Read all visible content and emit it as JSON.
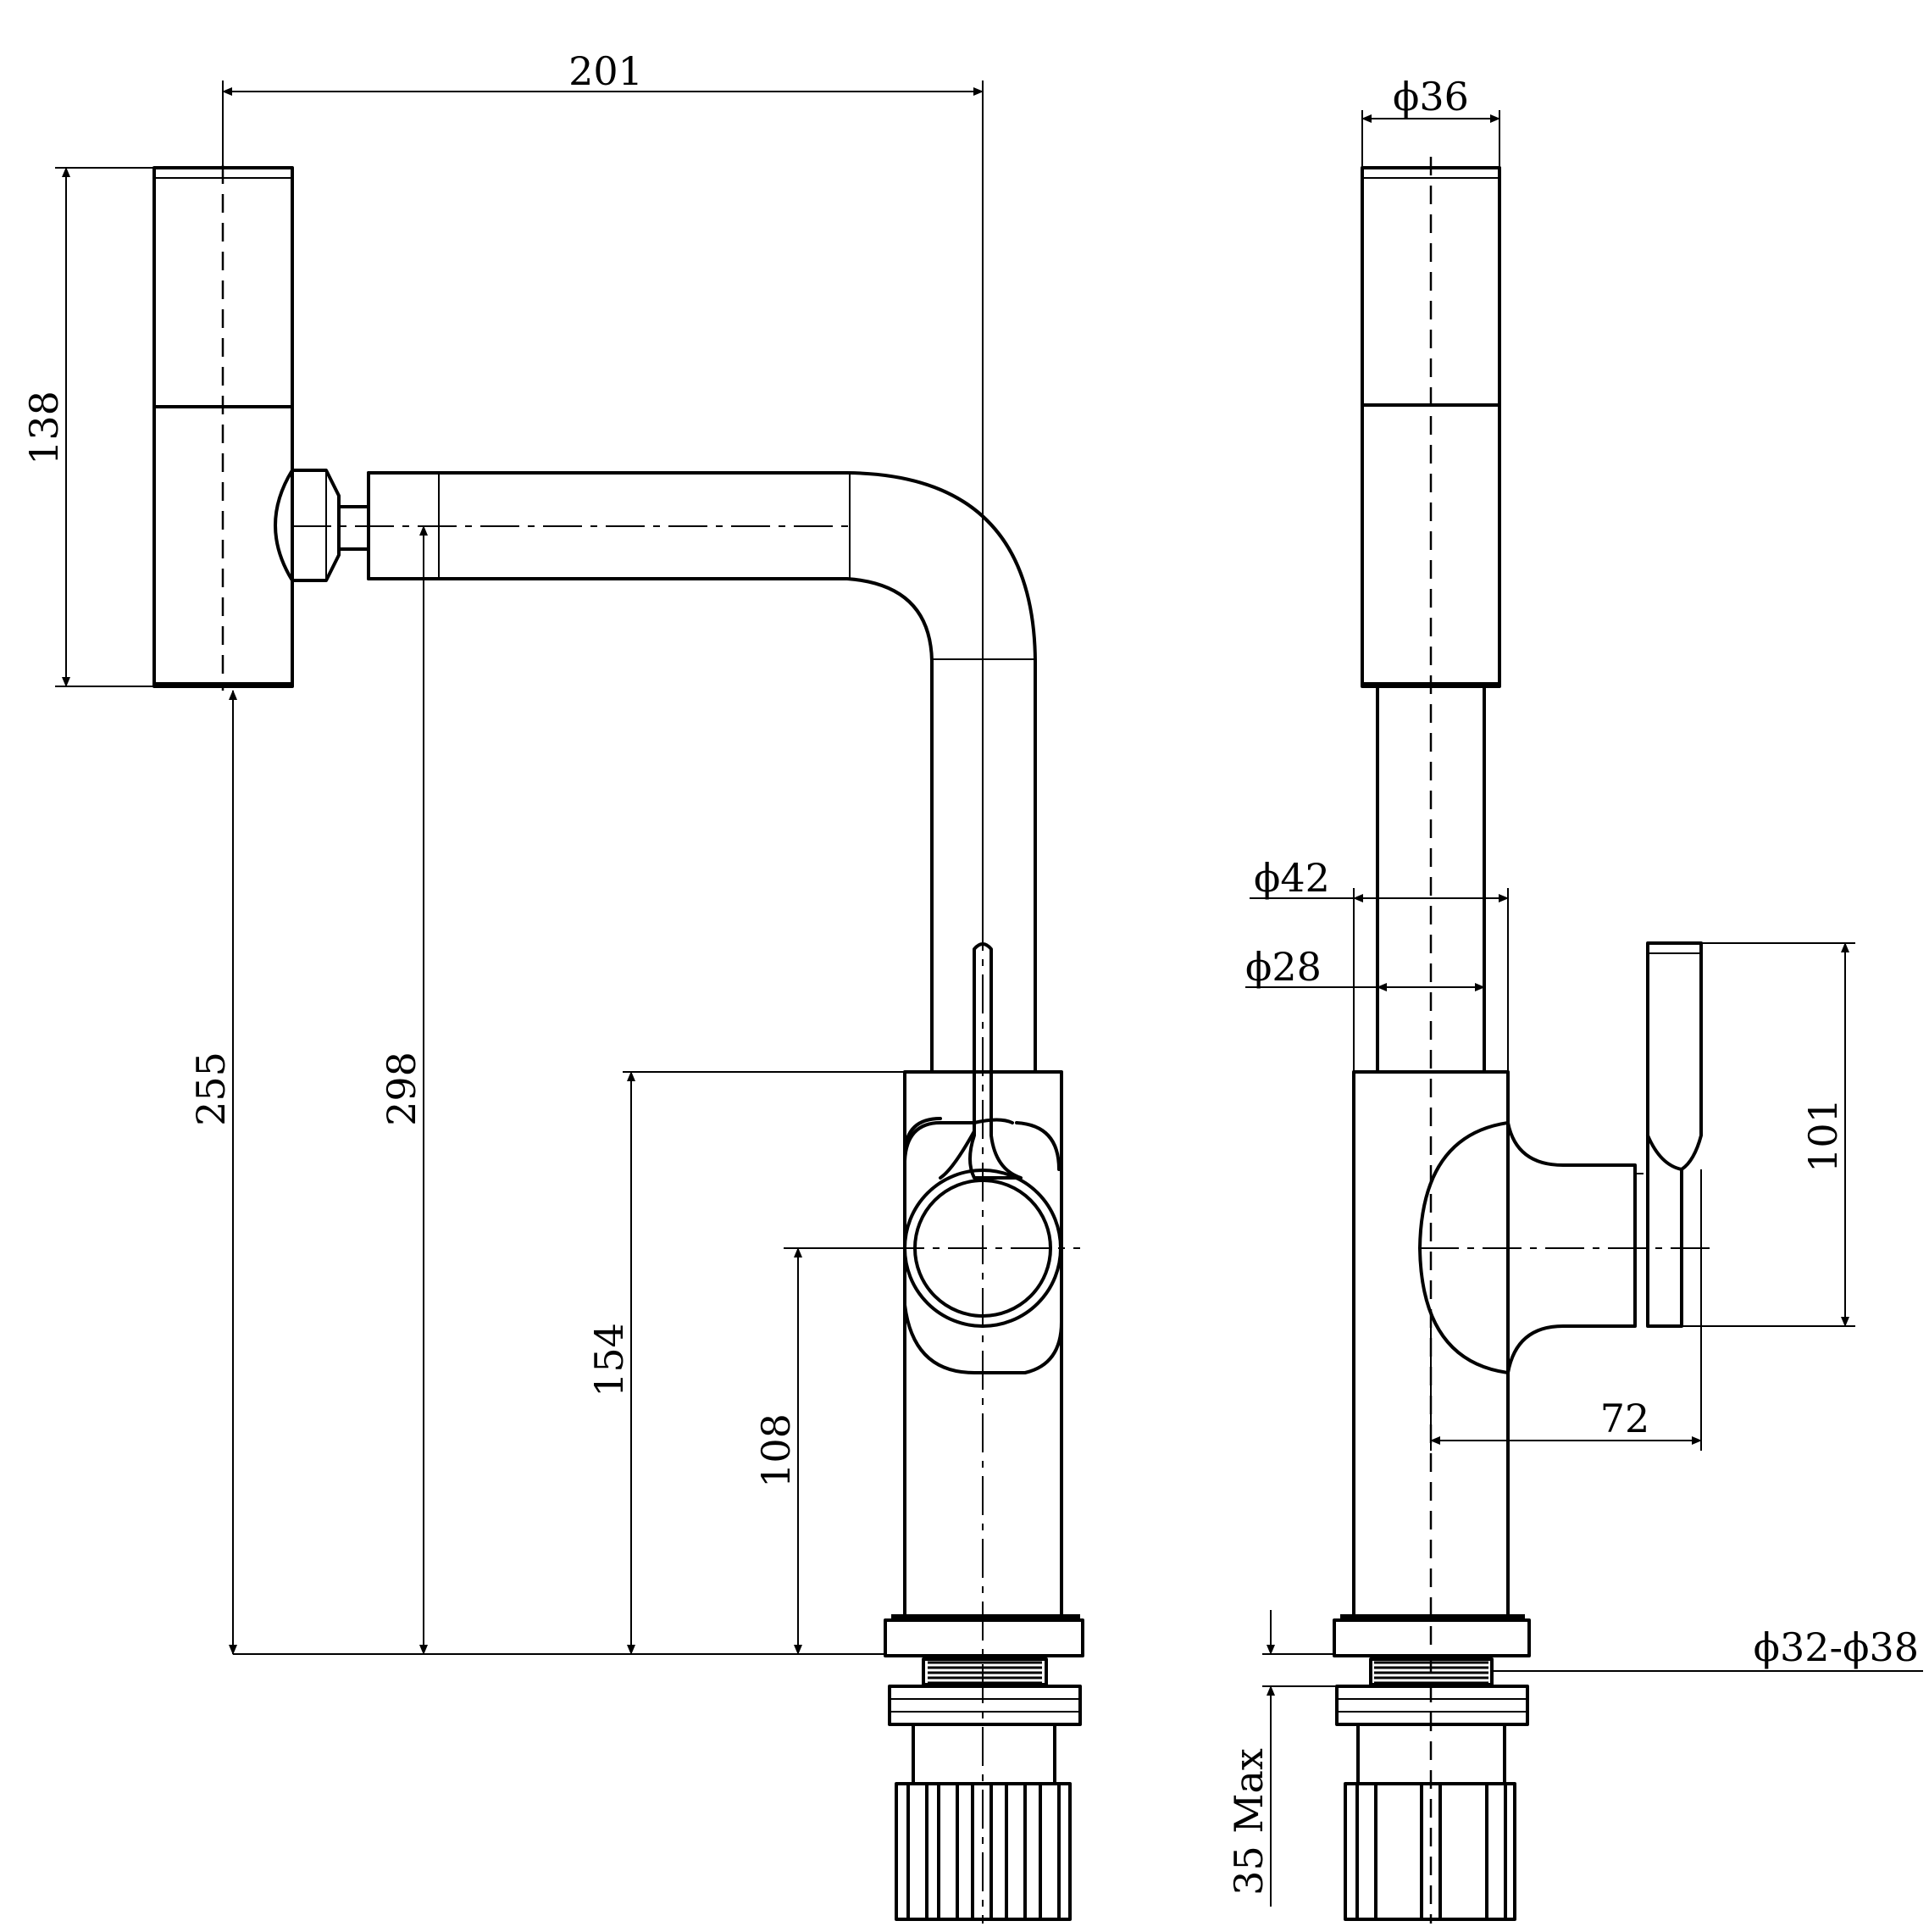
{
  "drawing": {
    "dimensions": {
      "spout_reach": "201",
      "head_height": "138",
      "head_bottom_height": "255",
      "spout_height": "298",
      "body_height": "154",
      "handle_axis_height": "108",
      "head_diameter": "ϕ36",
      "body_diameter": "ϕ42",
      "neck_diameter": "ϕ28",
      "handle_length": "101",
      "handle_projection": "72",
      "hole_diameter": "ϕ32-ϕ38",
      "max_deck_thickness": "35 Max"
    }
  }
}
